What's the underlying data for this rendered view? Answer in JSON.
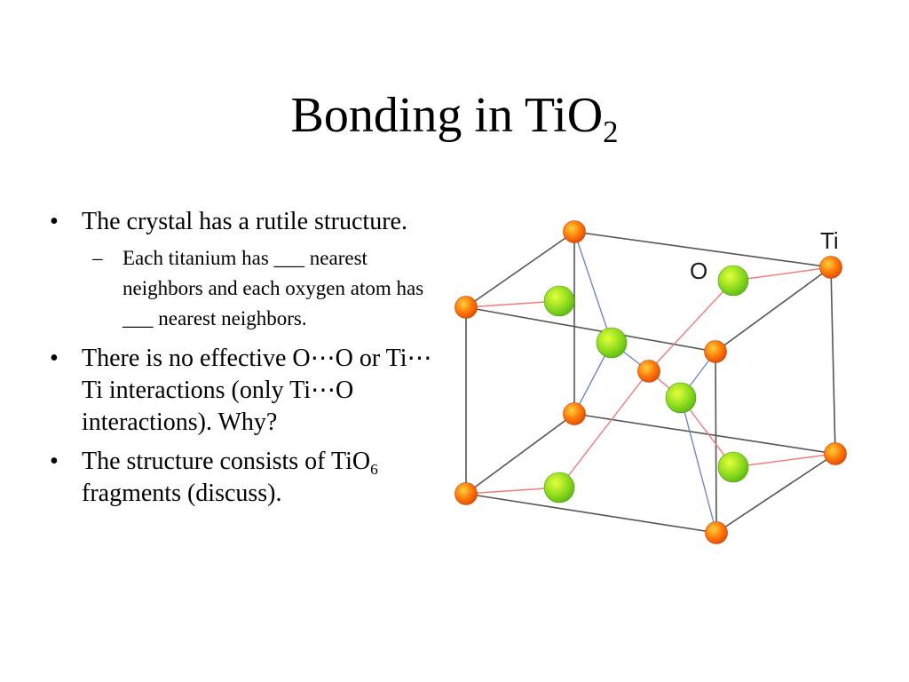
{
  "slide": {
    "title_main": "Bonding in TiO",
    "title_sub": "2",
    "bullets": [
      {
        "text": "The crystal has a rutile structure."
      },
      {
        "text": "There is no effective O⋯O or Ti⋯Ti interactions (only Ti⋯O interactions).  Why?"
      },
      {
        "text_before": "The structure consists of TiO",
        "sub": "6",
        "text_after": " fragments (discuss)."
      }
    ],
    "sub_bullets": [
      "Each titanium has ___ nearest neighbors and each oxygen atom has ___ nearest neighbors."
    ],
    "bullet_marker": "•",
    "sub_bullet_marker": "–"
  },
  "figure": {
    "labels": {
      "ti": "Ti",
      "o": "O"
    },
    "colors": {
      "ti_atom": "#ff6a00",
      "o_atom": "#7ed321",
      "cell_edge": "#555555",
      "ti_o_bond_red": "#f07a7a",
      "ti_o_bond_blue": "#6f86c8"
    }
  }
}
